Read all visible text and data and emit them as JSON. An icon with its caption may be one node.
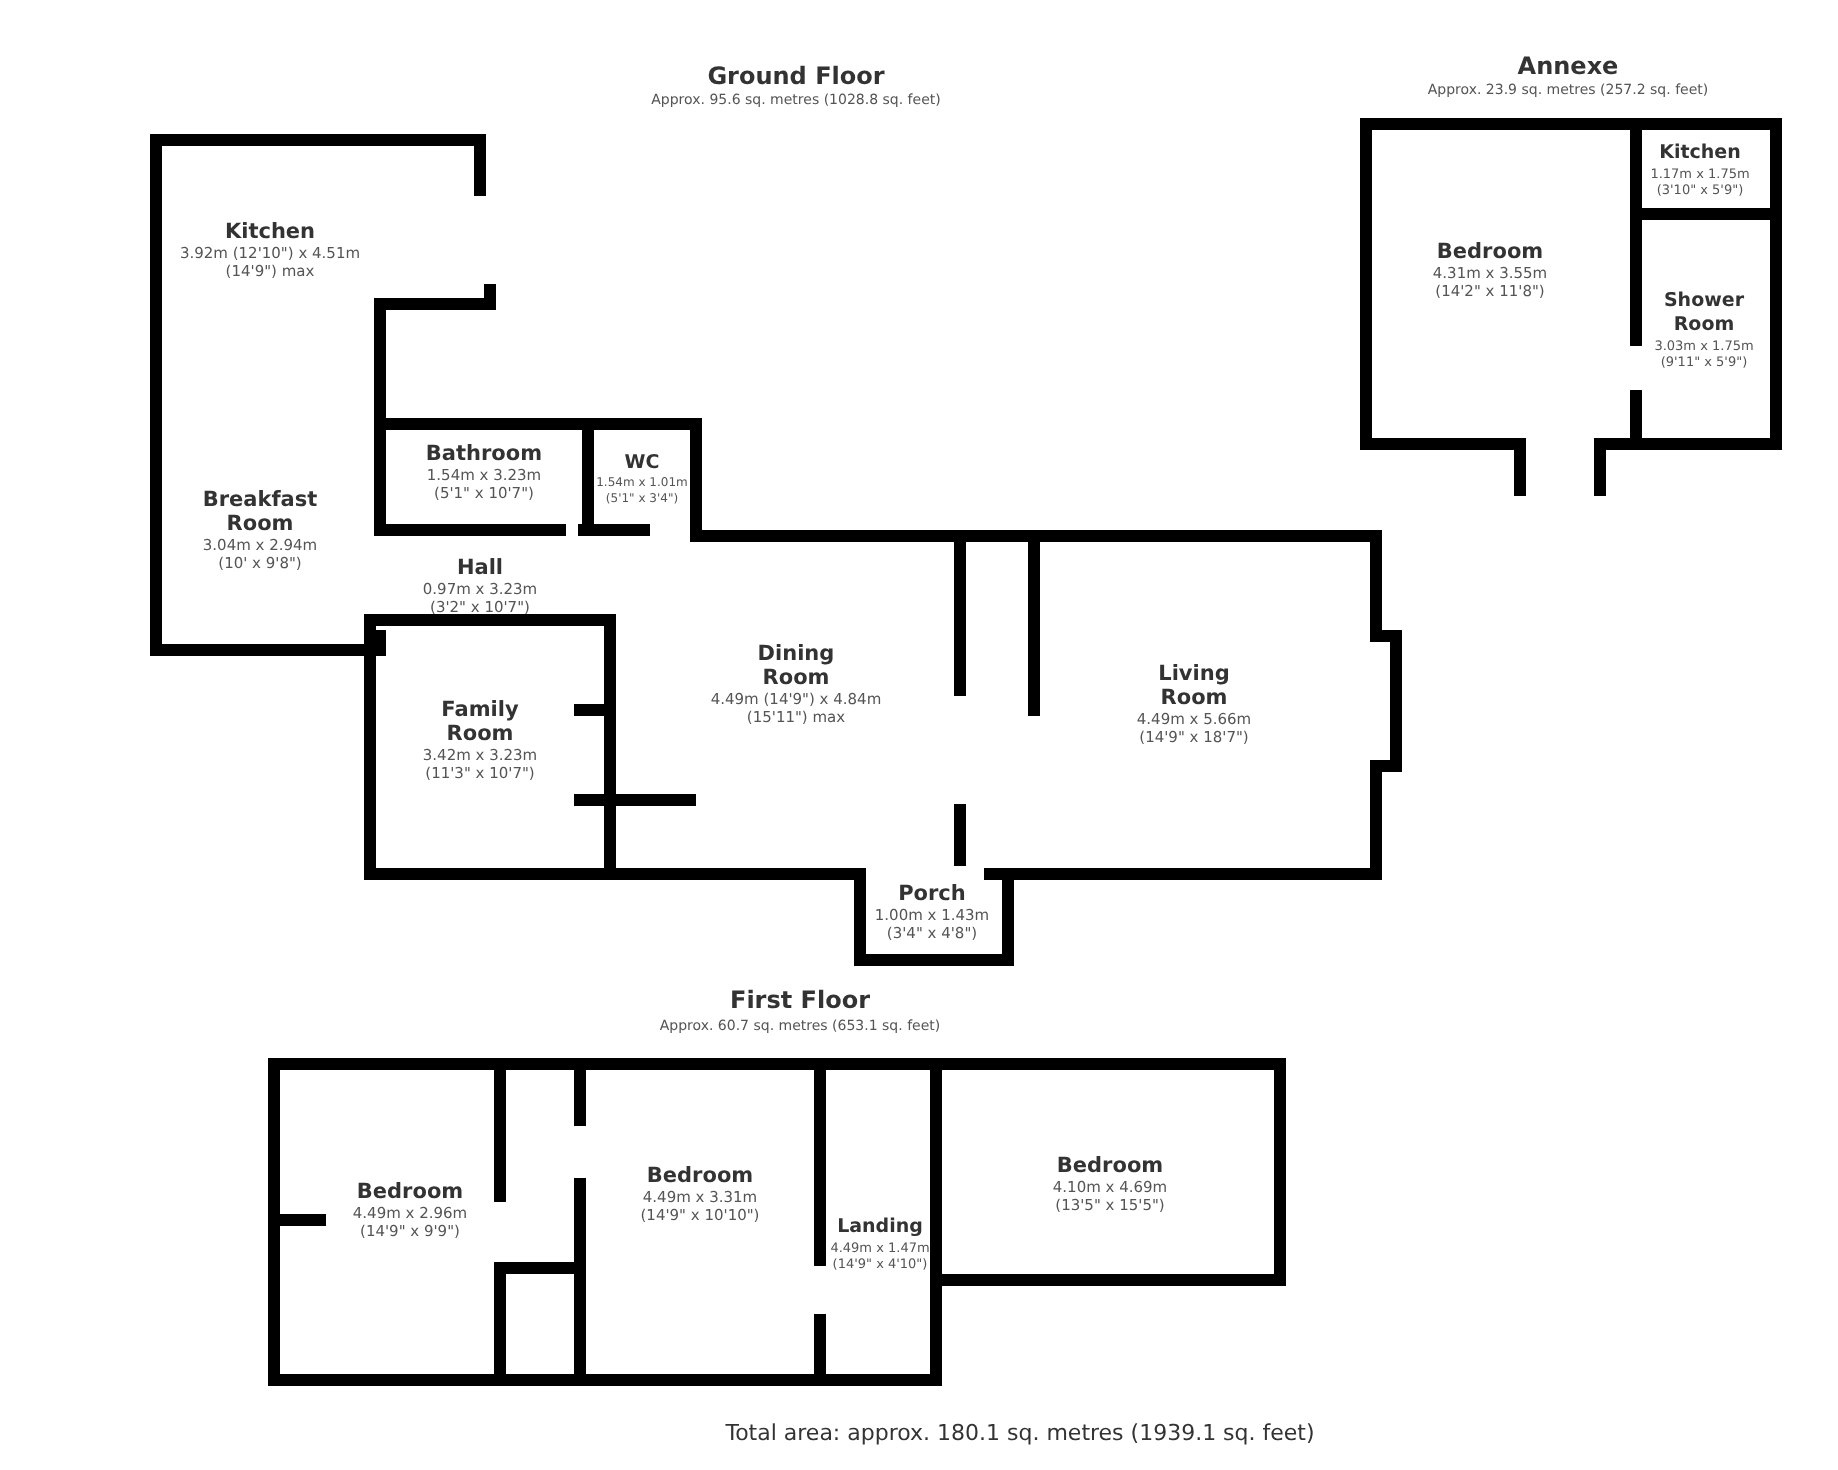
{
  "diagram": {
    "caption": "Total area: approx. 180.1 sq. metres (1939.1 sq. feet)",
    "nodes": [
      {
        "text": [
          "Kitchen",
          "3.92m (12'10\") x 4.51m (14'9\") max"
        ]
      },
      {
        "text": [
          "Breakfast Room",
          "3.04m x 2.94m (10' x 9'8\")"
        ]
      },
      {
        "text": [
          "Bathroom",
          "1.54m x 3.23m (5'1\" x 10'7\")"
        ]
      },
      {
        "text": [
          "WC",
          "1.54m x 1.01m (5'1\" x 3'4\")"
        ]
      },
      {
        "text": [
          "Hall",
          "0.97m x 3.23m (3'2\" x 10'7\")"
        ]
      },
      {
        "text": [
          "Family Room",
          "3.42m x 3.23m (11'3\" x 10'7\")"
        ]
      },
      {
        "text": [
          "Dining Room",
          "4.49m (14'9\") x 4.84m (15'11\") max"
        ]
      },
      {
        "text": [
          "Porch",
          "1.00m x 1.43m (3'4\" x 4'8\")"
        ]
      },
      {
        "text": [
          "Living Room",
          "4.49m x 5.66m (14'9\" x 18'7\")"
        ]
      },
      {
        "text": [
          "Bedroom",
          "4.31m x 3.55m (14'2\" x 11'8\")"
        ]
      },
      {
        "text": [
          "Kitchen",
          "1.17m x 1.75m (3'10\" x 5'9\")"
        ]
      },
      {
        "text": [
          "Shower Room",
          "3.03m x 1.75m (9'11\" x 5'9\")"
        ]
      },
      {
        "text": [
          "Bedroom",
          "4.49m x 2.96m (14'9\" x 9'9\")"
        ]
      },
      {
        "text": [
          "Bedroom",
          "4.49m x 3.31m (14'9\" x 10'10\")"
        ]
      },
      {
        "text": [
          "Landing",
          "4.49m x 1.47m (14'9\" x 4'10\")"
        ]
      },
      {
        "text": [
          "Bedroom",
          "4.10m x 4.69m (13'5\" x 15'5\")"
        ]
      }
    ],
    "labels": [
      "Ground Floor",
      "Approx. 95.6 sq. metres (1028.8 sq. feet)",
      "Annexe",
      "Approx. 23.9 sq. metres (257.2 sq. feet)",
      "First Floor",
      "Approx. 60.7 sq. metres (653.1 sq. feet)"
    ]
  }
}
